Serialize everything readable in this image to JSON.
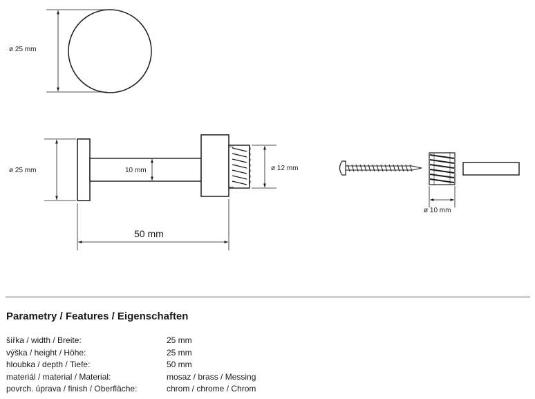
{
  "drawing": {
    "top_view_diameter": "ø 25 mm",
    "side_view_height": "ø 25 mm",
    "rod_diameter": "10 mm",
    "thread_diameter": "ø 12 mm",
    "overall_length": "50 mm",
    "anchor_diameter": "ø 10 mm"
  },
  "parameters": {
    "title": "Parametry / Features / Eigenschaften",
    "rows": [
      {
        "label": "šířka / width / Breite:",
        "value": "25 mm"
      },
      {
        "label": "výška / height / Höhe:",
        "value": "25 mm"
      },
      {
        "label": "hloubka / depth / Tiefe:",
        "value": "50 mm"
      },
      {
        "label": "materiál / material / Material:",
        "value": "mosaz / brass / Messing"
      },
      {
        "label": "povrch. úprava / finish / Oberfläche:",
        "value": "chrom / chrome / Chrom"
      }
    ]
  }
}
